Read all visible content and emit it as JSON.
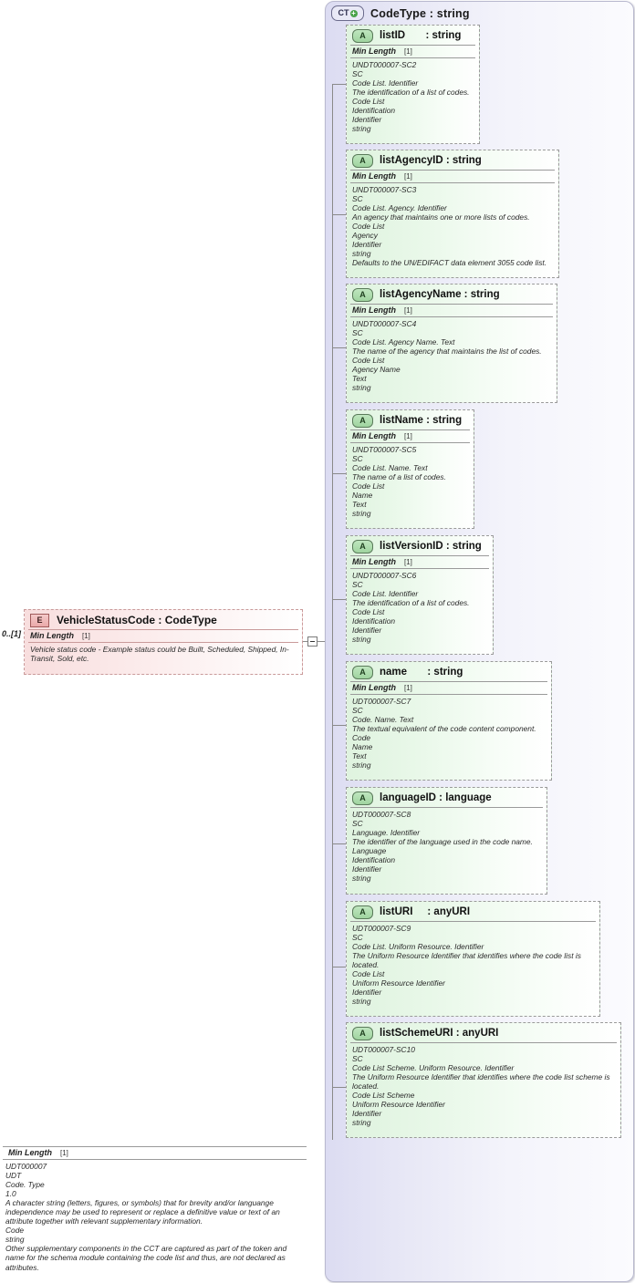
{
  "diagram": {
    "title": "XSD schema diagram: VehicleStatusCode : CodeType"
  },
  "element": {
    "icon": "E",
    "name": "VehicleStatusCode : CodeType",
    "cardinality": "0..[1]",
    "facet_label": "Min Length",
    "facet_value": "[1]",
    "doc": "Vehicle status code - Example status could be Built, Scheduled, Shipped, In-Transit, Sold, etc."
  },
  "container": {
    "icon_label": "CT",
    "icon_plus": "+",
    "title": "CodeType : string",
    "base": {
      "facet_label": "Min Length",
      "facet_value": "[1]",
      "lines": [
        "UDT000007",
        "UDT",
        "Code. Type",
        "1.0",
        "A character string (letters, figures, or symbols) that for brevity and/or languange independence may be used to represent or replace a definitive value or text of an attribute together with relevant supplementary information.",
        "Code",
        "string",
        "Other supplementary components in the CCT are captured as part of the token and name for the schema module containing the code list and thus, are not declared as attributes."
      ]
    }
  },
  "attributes": [
    {
      "icon": "A",
      "name": "listID       : string",
      "facet_label": "Min Length",
      "facet_value": "[1]",
      "lines": [
        "UNDT000007-SC2",
        "SC",
        "Code List. Identifier",
        "The identification of a list of codes.",
        "Code List",
        "Identification",
        "Identifier",
        "string"
      ]
    },
    {
      "icon": "A",
      "name": "listAgencyID : string",
      "facet_label": "Min Length",
      "facet_value": "[1]",
      "lines": [
        "UNDT000007-SC3",
        "SC",
        "Code List. Agency. Identifier",
        "An agency that maintains one or more lists of codes.",
        "Code List",
        "Agency",
        "Identifier",
        "string",
        "Defaults to the UN/EDIFACT data element 3055 code list."
      ]
    },
    {
      "icon": "A",
      "name": "listAgencyName : string",
      "facet_label": "Min Length",
      "facet_value": "[1]",
      "lines": [
        "UNDT000007-SC4",
        "SC",
        "Code List. Agency Name. Text",
        "The name of the agency that maintains the list of codes.",
        "Code List",
        "Agency Name",
        "Text",
        "string"
      ]
    },
    {
      "icon": "A",
      "name": "listName : string",
      "facet_label": "Min Length",
      "facet_value": "[1]",
      "lines": [
        "UNDT000007-SC5",
        "SC",
        "Code List. Name. Text",
        "The name of a list of codes.",
        "Code List",
        "Name",
        "Text",
        "string"
      ]
    },
    {
      "icon": "A",
      "name": "listVersionID : string",
      "facet_label": "Min Length",
      "facet_value": "[1]",
      "lines": [
        "UNDT000007-SC6",
        "SC",
        "Code List. Identifier",
        "The identification of a list of codes.",
        "Code List",
        "Identification",
        "Identifier",
        "string"
      ]
    },
    {
      "icon": "A",
      "name": "name       : string",
      "facet_label": "Min Length",
      "facet_value": "[1]",
      "lines": [
        "UDT000007-SC7",
        "SC",
        "Code. Name. Text",
        "The textual equivalent of the code content component.",
        "Code",
        "Name",
        "Text",
        "string"
      ]
    },
    {
      "icon": "A",
      "name": "languageID : language",
      "facet_label": "",
      "facet_value": "",
      "lines": [
        "UDT000007-SC8",
        "SC",
        "Language. Identifier",
        "The identifier of the language used in the code name.",
        "Language",
        "Identification",
        "Identifier",
        "string"
      ]
    },
    {
      "icon": "A",
      "name": "listURI     : anyURI",
      "facet_label": "",
      "facet_value": "",
      "lines": [
        "UDT000007-SC9",
        "SC",
        "Code List. Uniform Resource. Identifier",
        "The Uniform Resource Identifier that identifies where the code list is located.",
        "Code List",
        "Uniform Resource Identifier",
        "Identifier",
        "string"
      ]
    },
    {
      "icon": "A",
      "name": "listSchemeURI : anyURI",
      "facet_label": "",
      "facet_value": "",
      "lines": [
        "UDT000007-SC10",
        "SC",
        "Code List Scheme. Uniform Resource. Identifier",
        "The Uniform Resource Identifier that identifies where the code list scheme is located.",
        "Code List Scheme",
        "Uniform Resource Identifier",
        "Identifier",
        "string"
      ]
    }
  ]
}
